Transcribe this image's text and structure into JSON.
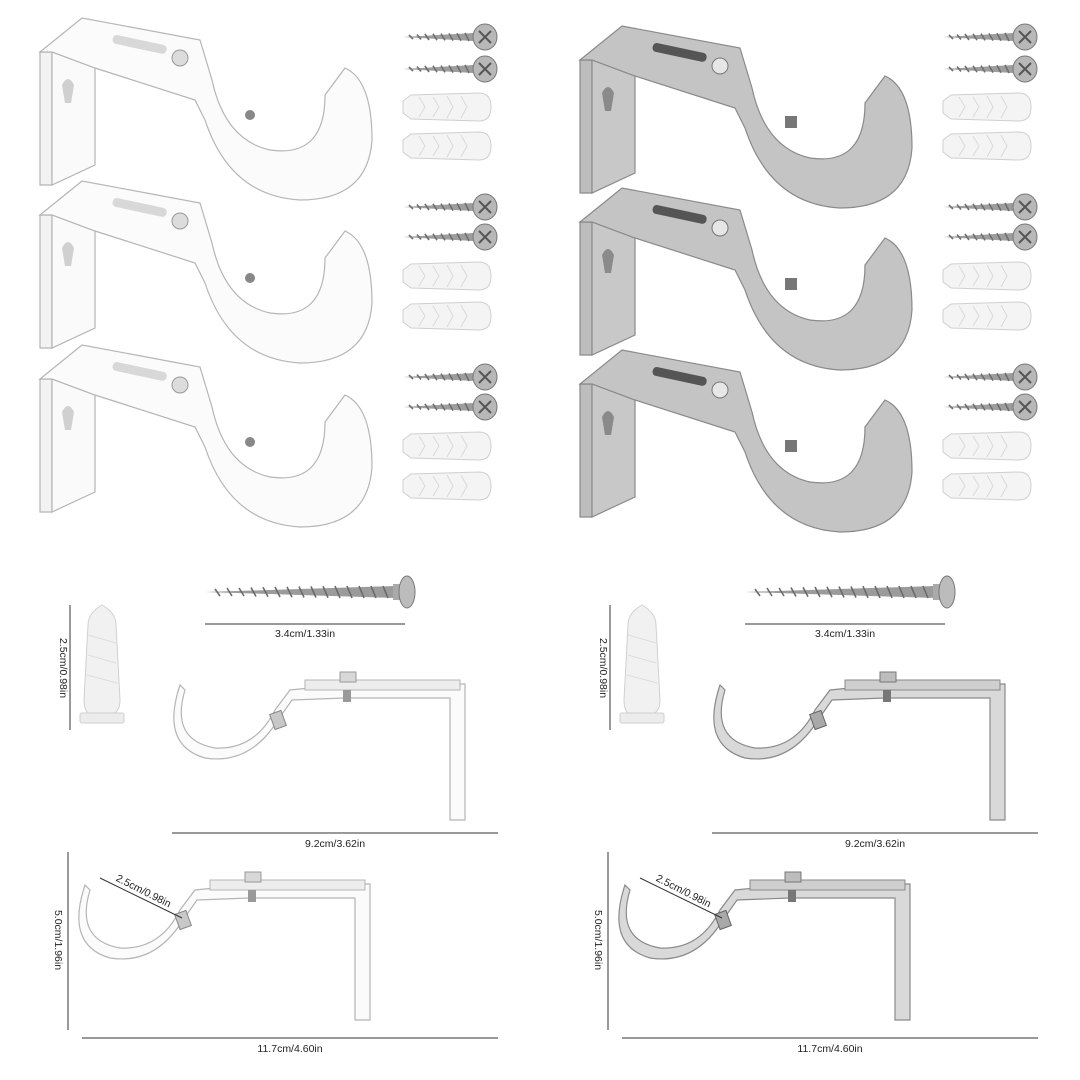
{
  "finishes": [
    {
      "name": "white",
      "fill": "#f7f7f7",
      "stroke": "#b9b9b9",
      "shade": "#e6e6e6"
    },
    {
      "name": "silver",
      "fill": "#c9c9c9",
      "stroke": "#8d8d8d",
      "shade": "#a9a9a9"
    }
  ],
  "dimensions": {
    "left": {
      "screw_length": "3.4cm/1.33in",
      "anchor_length": "2.5cm/0.98in",
      "short_bracket_length": "9.2cm/3.62in",
      "hook_diameter": "2.5cm/0.98in",
      "bracket_height": "5.0cm/1.96in",
      "long_bracket_length": "11.7cm/4.60in"
    },
    "right": {
      "screw_length": "3.4cm/1.33in",
      "anchor_length": "2.5cm/0.98in",
      "short_bracket_length": "9.2cm/3.62in",
      "hook_diameter": "2.5cm/0.98in",
      "bracket_height": "5.0cm/1.96in",
      "long_bracket_length": "11.7cm/4.60in"
    }
  }
}
